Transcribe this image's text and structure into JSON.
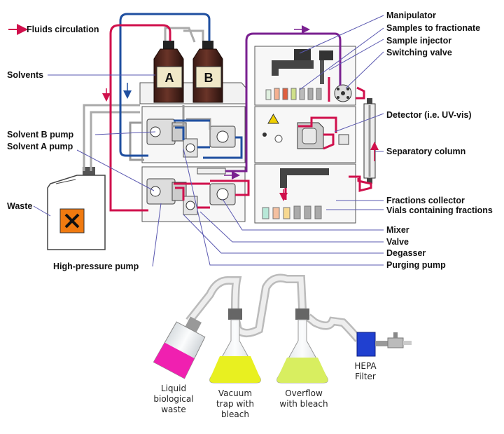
{
  "legend": {
    "label": "Fluids circulation"
  },
  "bottles": {
    "a": "A",
    "b": "B"
  },
  "labels": {
    "solvents": "Solvents",
    "solvent_b_pump": "Solvent B pump",
    "solvent_a_pump": "Solvent A pump",
    "waste": "Waste",
    "high_pressure_pump": "High-pressure pump",
    "manipulator": "Manipulator",
    "samples_to_fractionate": "Samples to fractionate",
    "sample_injector": "Sample injector",
    "switching_valve": "Switching valve",
    "detector": "Detector (i.e. UV-vis)",
    "separatory_column": "Separatory column",
    "fractions_collector": "Fractions collector",
    "vials_containing_fractions": "Vials containing fractions",
    "mixer": "Mixer",
    "valve": "Valve",
    "degasser": "Degasser",
    "purging_pump": "Purging pump"
  },
  "flasks": {
    "liquid_waste": [
      "Liquid",
      "biological",
      "waste"
    ],
    "vacuum_trap": [
      "Vacuum",
      "trap with",
      "bleach"
    ],
    "overflow": [
      "Overflow",
      "with bleach"
    ],
    "hepa": [
      "HEPA",
      "Filter"
    ]
  },
  "colors": {
    "flow_red": "#d0104c",
    "flow_blue": "#1f4fa0",
    "flow_purple": "#7a2090",
    "leader_line": "#5a58b0",
    "pink_liquid": "#f020b0",
    "yellow_liquid": "#e8f020",
    "green_liquid": "#d8ee60",
    "hepa_blue": "#2040d0",
    "hazard_orange": "#f07a10"
  }
}
